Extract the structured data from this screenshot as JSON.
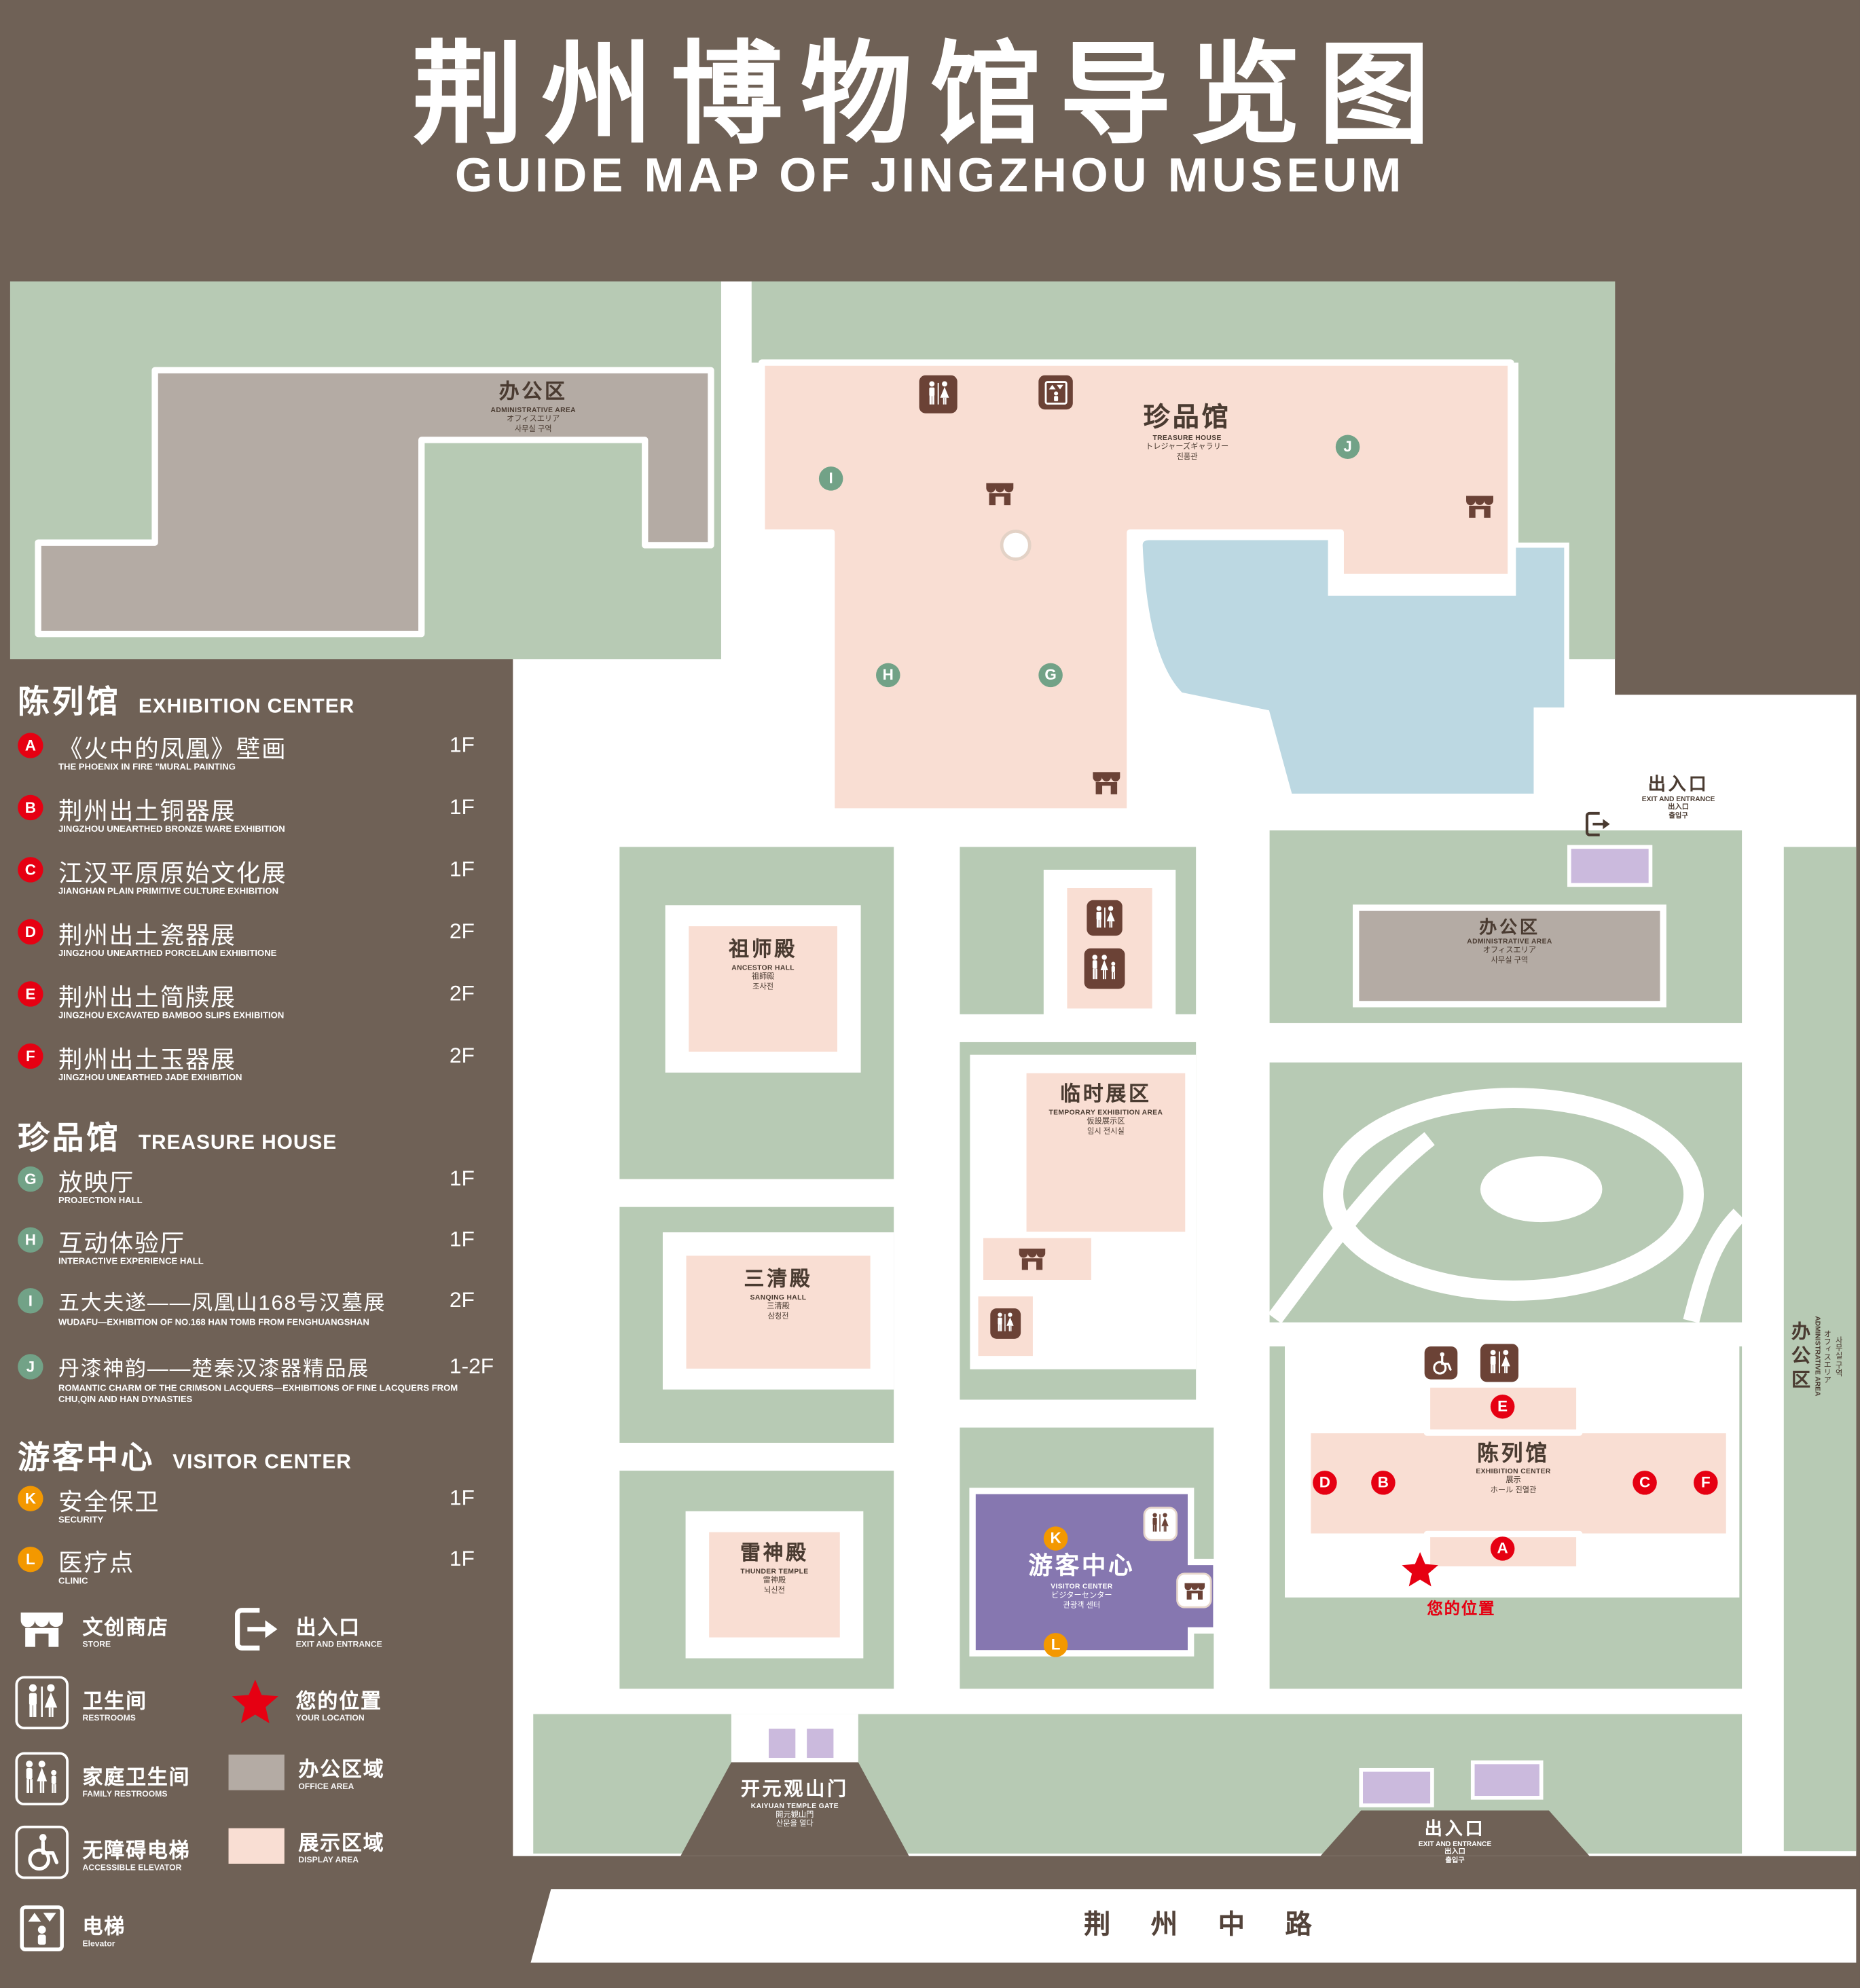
{
  "title": {
    "zh": "荆州博物馆导览图",
    "en": "GUIDE MAP OF JINGZHOU MUSEUM"
  },
  "colors": {
    "background": "#6F6156",
    "map_green": "#B7CAB4",
    "display_pink": "#F9DED3",
    "office_gray": "#B4ABA4",
    "visitor_purple": "#8677B0",
    "exit_lavender": "#CBBADD",
    "pond_blue": "#BCD8E2",
    "marker_red": "#E60012",
    "marker_green": "#72A287",
    "marker_orange": "#F39800",
    "icon_brown": "#6B4236"
  },
  "legend": {
    "sections": [
      {
        "zh": "陈列馆",
        "en": "EXHIBITION CENTER",
        "items": [
          {
            "letter": "A",
            "zh": "《火中的凤凰》壁画",
            "en": "THE PHOENIX IN FIRE \"MURAL PAINTING",
            "floor": "1F"
          },
          {
            "letter": "B",
            "zh": "荆州出土铜器展",
            "en": "JINGZHOU UNEARTHED BRONZE WARE EXHIBITION",
            "floor": "1F"
          },
          {
            "letter": "C",
            "zh": "江汉平原原始文化展",
            "en": "JIANGHAN PLAIN PRIMITIVE CULTURE EXHIBITION",
            "floor": "1F"
          },
          {
            "letter": "D",
            "zh": "荆州出土瓷器展",
            "en": "JINGZHOU UNEARTHED PORCELAIN EXHIBITIONE",
            "floor": "2F"
          },
          {
            "letter": "E",
            "zh": "荆州出土简牍展",
            "en": "JINGZHOU EXCAVATED BAMBOO SLIPS EXHIBITION",
            "floor": "2F"
          },
          {
            "letter": "F",
            "zh": "荆州出土玉器展",
            "en": "JINGZHOU UNEARTHED JADE EXHIBITION",
            "floor": "2F"
          }
        ]
      },
      {
        "zh": "珍品馆",
        "en": "TREASURE HOUSE",
        "items": [
          {
            "letter": "G",
            "zh": "放映厅",
            "en": "PROJECTION HALL",
            "floor": "1F"
          },
          {
            "letter": "H",
            "zh": "互动体验厅",
            "en": "INTERACTIVE EXPERIENCE HALL",
            "floor": "1F"
          },
          {
            "letter": "I",
            "zh": "五大夫遂——凤凰山168号汉墓展",
            "en": "WUDAFU—EXHIBITION OF NO.168 HAN TOMB FROM FENGHUANGSHAN",
            "floor": "2F"
          },
          {
            "letter": "J",
            "zh": "丹漆神韵——楚秦汉漆器精品展",
            "en": "ROMANTIC CHARM OF THE CRIMSON LACQUERS—EXHIBITIONS OF FINE LACQUERS FROM CHU,QIN AND HAN DYNASTIES",
            "floor": "1-2F"
          }
        ]
      },
      {
        "zh": "游客中心",
        "en": "VISITOR CENTER",
        "items": [
          {
            "letter": "K",
            "zh": "安全保卫",
            "en": "SECURITY",
            "floor": "1F"
          },
          {
            "letter": "L",
            "zh": "医疗点",
            "en": "CLINIC",
            "floor": "1F"
          }
        ]
      }
    ],
    "icons": [
      {
        "name": "store-icon",
        "zh": "文创商店",
        "en": "STORE"
      },
      {
        "name": "exit-icon",
        "zh": "出入口",
        "en": "EXIT AND ENTRANCE"
      },
      {
        "name": "restrooms-icon",
        "zh": "卫生间",
        "en": "RESTROOMS"
      },
      {
        "name": "your-location-icon",
        "zh": "您的位置",
        "en": "YOUR LOCATION"
      },
      {
        "name": "family-restrooms-icon",
        "zh": "家庭卫生间",
        "en": "FAMILY RESTROOMS"
      },
      {
        "name": "office-area-swatch",
        "zh": "办公区域",
        "en": "OFFICE AREA"
      },
      {
        "name": "accessible-elevator-icon",
        "zh": "无障碍电梯",
        "en": "ACCESSIBLE ELEVATOR"
      },
      {
        "name": "display-area-swatch",
        "zh": "展示区域",
        "en": "DISPLAY AREA"
      },
      {
        "name": "elevator-icon",
        "zh": "电梯",
        "en": "Elevator"
      }
    ]
  },
  "map": {
    "buildings": {
      "admin_northwest": {
        "zh": "办公区",
        "en": "ADMINISTRATIVE AREA",
        "ja": "オフィスエリア",
        "ko": "사무실 구역"
      },
      "treasure_house": {
        "zh": "珍品馆",
        "en": "TREASURE HOUSE",
        "ja": "トレジャーズギャラリー",
        "ko": "진품관"
      },
      "ancestor_hall": {
        "zh": "祖师殿",
        "en": "ANCESTOR HALL",
        "ja": "祖師殿",
        "ko": "조사전"
      },
      "admin_east": {
        "zh": "办公区",
        "en": "ADMINISTRATIVE AREA",
        "ja": "オフィスエリア",
        "ko": "사무실 구역"
      },
      "temporary_exhibition": {
        "zh": "临时展区",
        "en": "TEMPORARY EXHIBITION AREA",
        "ja": "仮設展示区",
        "ko": "임시 전시실"
      },
      "sanqing_hall": {
        "zh": "三清殿",
        "en": "SANQING HALL",
        "ja": "三清殿",
        "ko": "삼청전"
      },
      "thunder_temple": {
        "zh": "雷神殿",
        "en": "THUNDER TEMPLE",
        "ja": "雷神殿",
        "ko": "뇌신전"
      },
      "visitor_center": {
        "zh": "游客中心",
        "en": "VISITOR CENTER",
        "ja": "ビジターセンター",
        "ko": "관광객 센터"
      },
      "exhibition_center": {
        "zh": "陈列馆",
        "en": "EXHIBITION CENTER",
        "ja": "展示",
        "ko": "ホール 진열관"
      },
      "admin_strip": {
        "zh": "办公区",
        "en": "ADMINISTRATIVE AREA",
        "ja": "オフィスエリア",
        "ko": "사무실 구역"
      },
      "gate": {
        "zh": "开元观山门",
        "en": "KAIYUAN TEMPLE GATE",
        "ja": "開元観山門",
        "ko": "산문을 열다"
      }
    },
    "exit": {
      "zh": "出入口",
      "en": "EXIT AND ENTRANCE",
      "ja": "出入口",
      "ko": "출입구"
    },
    "road": "荆 州 中 路",
    "your_location": "您的位置"
  }
}
